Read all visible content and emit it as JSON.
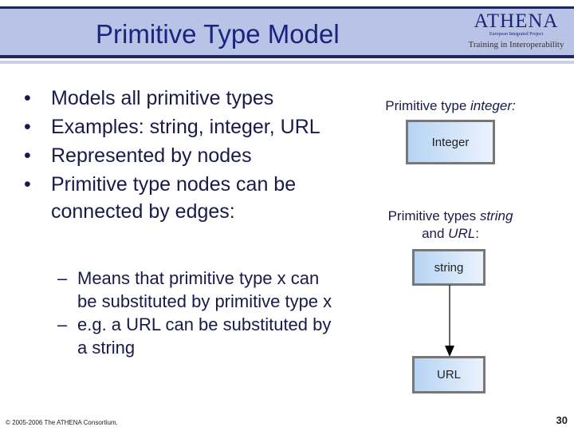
{
  "header": {
    "title": "Primitive Type Model",
    "logo": {
      "name": "ATHENA",
      "tagline": "European Integrated Project",
      "subtitle": "Training in Interoperability"
    }
  },
  "bullets": [
    "Models all primitive types",
    "Examples: string, integer, URL",
    "Represented by nodes",
    "Primitive type nodes can be connected by edges:"
  ],
  "sub_bullets": [
    "Means that primitive type x can be substituted by primitive type x",
    "e.g. a URL can be substituted by a string"
  ],
  "right": {
    "caption1": {
      "text": "Primitive type ",
      "em": "integer:"
    },
    "integer_box": "Integer",
    "caption2": {
      "text1": "Primitive types ",
      "em1": "string",
      "text2": "and ",
      "em2": "URL",
      "text3": ":"
    },
    "string_box": "string",
    "url_box": "URL"
  },
  "footer": {
    "copyright": "© 2005-2006 The ATHENA Consortium.",
    "page": "30"
  }
}
